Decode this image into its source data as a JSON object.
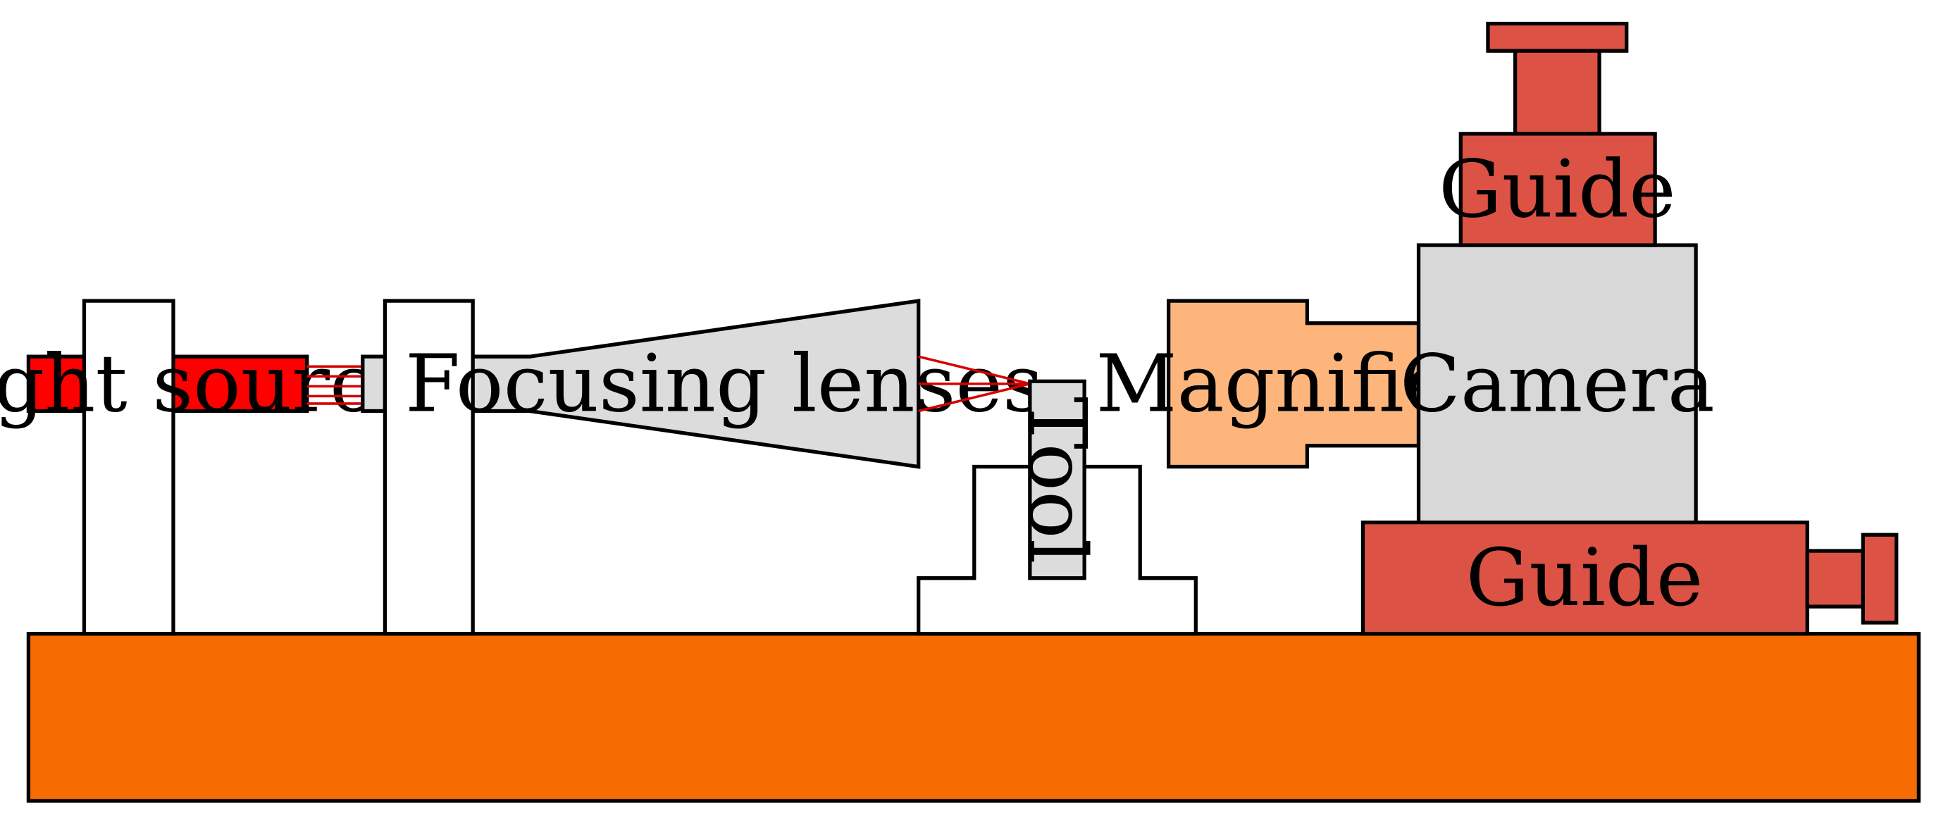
{
  "labels": {
    "light_source": "Light source",
    "focusing_lenses": "Focusing lenses",
    "tool": "Tool",
    "magnifier": "Magnifier",
    "camera": "Camera",
    "guide_top": "Guide",
    "guide_bottom": "Guide"
  },
  "colors": {
    "base": "#F76B03",
    "light_source": "#FF0000",
    "beam": "#D40000",
    "lens": "#DCDCDC",
    "tool": "#DCDCDC",
    "camera": "#D8D8D8",
    "magnifier": "#FDB57C",
    "guide": "#DC5244",
    "support": "#FFFFFF",
    "outline": "#000000"
  }
}
